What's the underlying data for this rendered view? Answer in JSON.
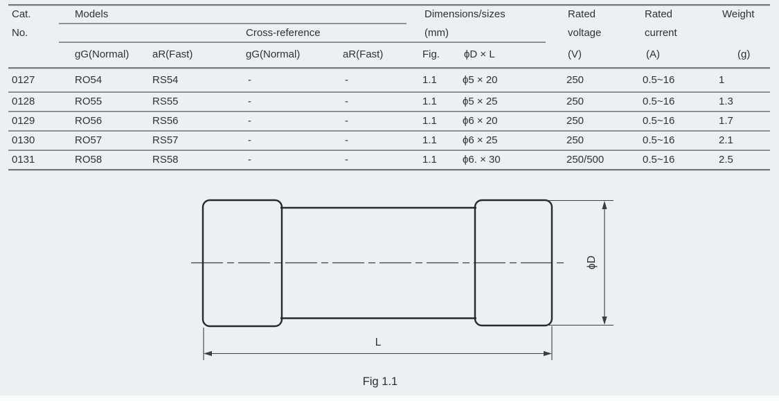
{
  "page": {
    "background": "#edeff0"
  },
  "colors": {
    "background": "#edeff0",
    "text": "#2e3136",
    "rule_major": "#75787d",
    "rule_minor": "#8d9095",
    "drawing_stroke": "#26292e"
  },
  "table": {
    "header": {
      "cat1": "Cat.",
      "cat2": "No.",
      "models": "Models",
      "cross_reference": "Cross-reference",
      "sub_gg_normal": "gG(Normal)",
      "sub_ar_fast": "aR(Fast)",
      "cross_gg_normal": "gG(Normal)",
      "cross_ar_fast": "aR(Fast)",
      "dims1": "Dimensions/sizes",
      "dims2": "(mm)",
      "fig": "Fig.",
      "dim_formula": "ϕD × L",
      "voltage1": "Rated",
      "voltage2": "voltage",
      "voltage3": "(V)",
      "current1": "Rated",
      "current2": "current",
      "current3": "(A)",
      "weight1": "Weight",
      "weight2": "(g)"
    },
    "rows": [
      {
        "cat": "0127",
        "gg": "RO54",
        "ar": "RS54",
        "xgg": "-",
        "xar": "-",
        "fig": "1.1",
        "dim": "ϕ5 × 20",
        "voltage": "250",
        "current": "0.5~16",
        "weight": "1"
      },
      {
        "cat": "0128",
        "gg": "RO55",
        "ar": "RS55",
        "xgg": "-",
        "xar": "-",
        "fig": "1.1",
        "dim": "ϕ5 × 25",
        "voltage": "250",
        "current": "0.5~16",
        "weight": "1.3"
      },
      {
        "cat": "0129",
        "gg": "RO56",
        "ar": "RS56",
        "xgg": "-",
        "xar": "-",
        "fig": "1.1",
        "dim": "ϕ6 × 20",
        "voltage": "250",
        "current": "0.5~16",
        "weight": "1.7"
      },
      {
        "cat": "0130",
        "gg": "RO57",
        "ar": "RS57",
        "xgg": "-",
        "xar": "-",
        "fig": "1.1",
        "dim": "ϕ6 × 25",
        "voltage": "250",
        "current": "0.5~16",
        "weight": "2.1"
      },
      {
        "cat": "0131",
        "gg": "RO58",
        "ar": "RS58",
        "xgg": "-",
        "xar": "-",
        "fig": "1.1",
        "dim": "ϕ6. × 30",
        "voltage": "250/500",
        "current": "0.5~16",
        "weight": "2.5"
      }
    ]
  },
  "figure": {
    "diameter_label": "ϕD",
    "length_label": "L",
    "caption": "Fig 1.1"
  }
}
